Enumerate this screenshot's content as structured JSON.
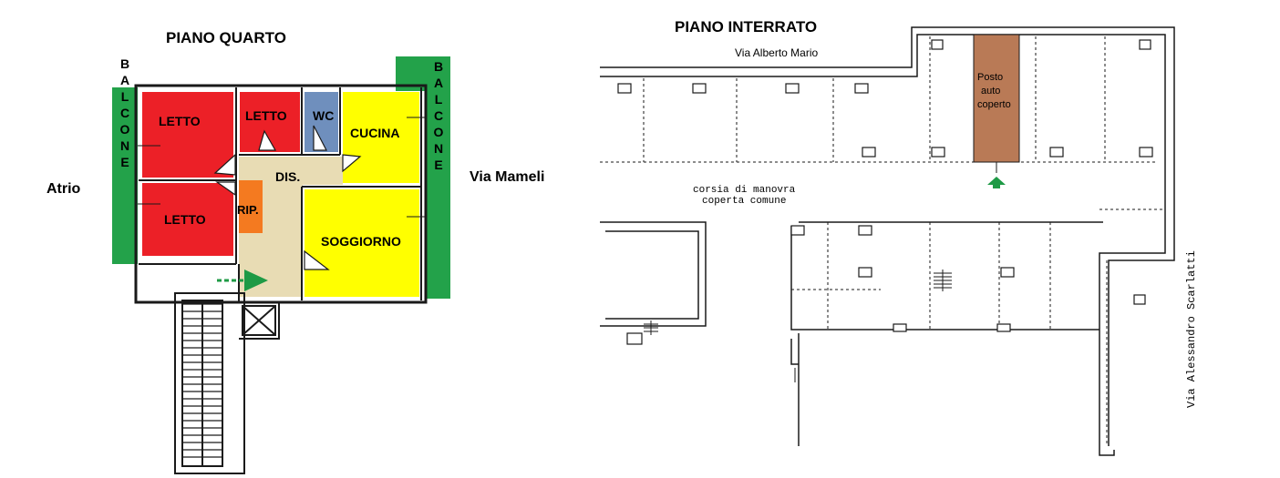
{
  "colors": {
    "bedroom": "#ec2027",
    "kitchen_living": "#ffff00",
    "wc": "#6f8fbd",
    "hall": "#e8dcb4",
    "storage": "#f47a20",
    "balcony": "#23a24a",
    "parking": "#b97a56",
    "arrow": "#1e9a45",
    "wall": "#1a1a1a"
  },
  "floor4": {
    "title": "PIANO QUARTO",
    "left_label": "Atrio",
    "right_label": "Via Mameli",
    "balcony_left": "BALCONE",
    "balcony_right": "BALCONE",
    "rooms": {
      "bed1": "LETTO",
      "bed2": "LETTO",
      "bed3": "LETTO",
      "wc": "WC",
      "kitchen": "CUCINA",
      "hall": "DIS.",
      "storage": "RIP.",
      "living": "SOGGIORNO"
    },
    "entrance_icon": "arrow-right-icon"
  },
  "basement": {
    "title": "PIANO INTERRATO",
    "street_top": "Via Alberto Mario",
    "street_right": "Via  Alessandro  Scarlatti",
    "corridor_line1": "corsia di manovra",
    "corridor_line2": "coperta comune",
    "parking_line1": "Posto",
    "parking_line2": "auto",
    "parking_line3": "coperto",
    "access_icon": "arrow-up-icon"
  }
}
